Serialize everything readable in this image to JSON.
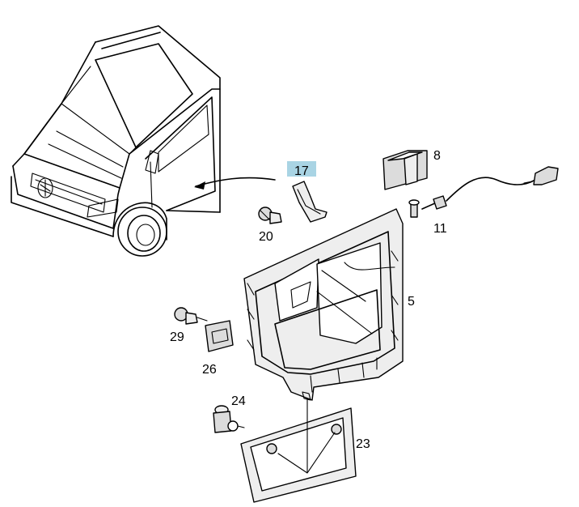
{
  "accent": "#a9d4e4",
  "parts": [
    {
      "id": "p17",
      "label": "17",
      "highlighted": true
    },
    {
      "id": "p8",
      "label": "8"
    },
    {
      "id": "p11",
      "label": "11"
    },
    {
      "id": "p20",
      "label": "20"
    },
    {
      "id": "p5",
      "label": "5"
    },
    {
      "id": "p29",
      "label": "29"
    },
    {
      "id": "p26",
      "label": "26"
    },
    {
      "id": "p24",
      "label": "24"
    },
    {
      "id": "p23",
      "label": "23"
    }
  ]
}
